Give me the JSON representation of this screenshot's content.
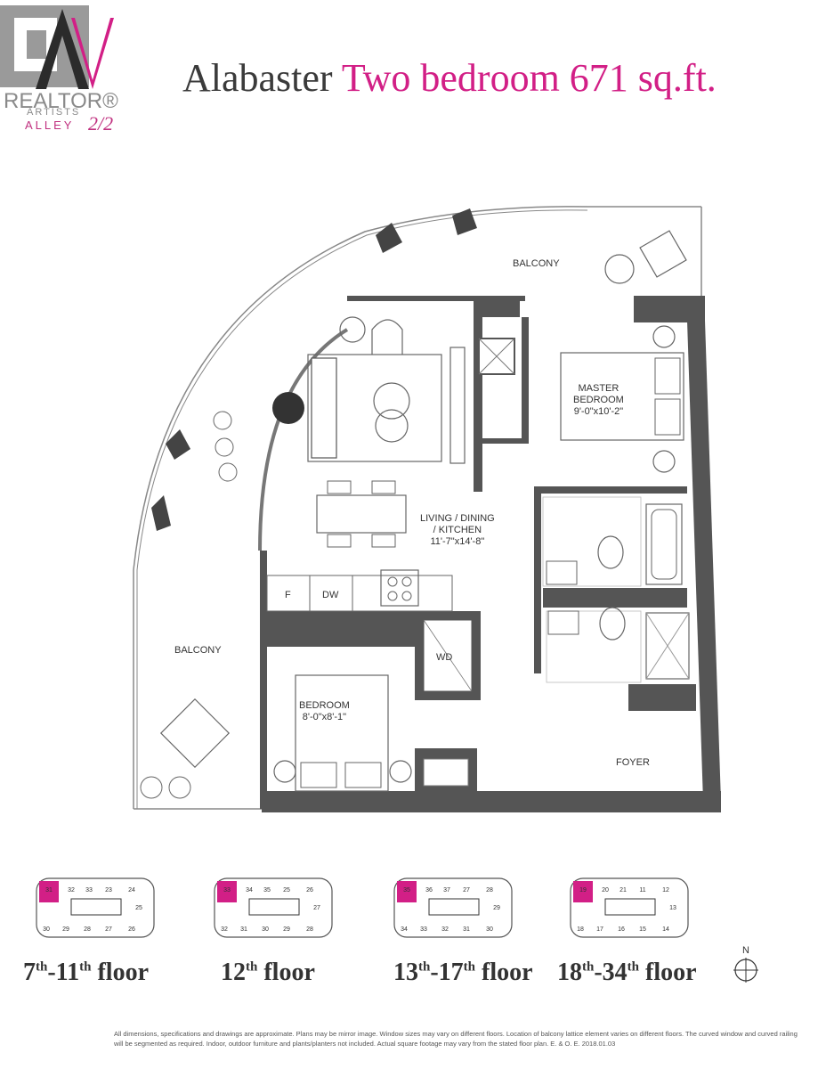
{
  "logo": {
    "realtor": "REALTOR®",
    "artists": "ARTISTS",
    "alley": "ALLEY",
    "half": "2/2"
  },
  "title": {
    "name": "Alabaster",
    "desc": "Two bedroom 671 sq.ft."
  },
  "rooms": {
    "balcony_top": "BALCONY",
    "balcony_left": "BALCONY",
    "master_name": "MASTER",
    "master_name2": "BEDROOM",
    "master_dims": "9'-0\"x10'-2\"",
    "living1": "LIVING / DINING",
    "living2": "/ KITCHEN",
    "living_dims": "11'-7\"x14'-8\"",
    "fridge": "F",
    "dishwasher": "DW",
    "washer": "WD",
    "bedroom": "BEDROOM",
    "bedroom_dims": "8'-0\"x8'-1\"",
    "foyer": "FOYER"
  },
  "keyplans": [
    {
      "label_pre": "7",
      "sup1": "th",
      "mid": "-11",
      "sup2": "th",
      "post": " floor",
      "top": [
        "31",
        "32",
        "33",
        "23",
        "24"
      ],
      "right": "25",
      "bottom": [
        "30",
        "29",
        "28",
        "27",
        "26"
      ]
    },
    {
      "label_pre": "12",
      "sup1": "th",
      "mid": "",
      "sup2": "",
      "post": " floor",
      "top": [
        "33",
        "34",
        "35",
        "25",
        "26"
      ],
      "right": "27",
      "bottom": [
        "32",
        "31",
        "30",
        "29",
        "28"
      ]
    },
    {
      "label_pre": "13",
      "sup1": "th",
      "mid": "-17",
      "sup2": "th",
      "post": " floor",
      "top": [
        "35",
        "36",
        "37",
        "27",
        "28"
      ],
      "right": "29",
      "bottom": [
        "34",
        "33",
        "32",
        "31",
        "30"
      ]
    },
    {
      "label_pre": "18",
      "sup1": "th",
      "mid": "-34",
      "sup2": "th",
      "post": " floor",
      "top": [
        "19",
        "20",
        "21",
        "11",
        "12"
      ],
      "right": "13",
      "bottom": [
        "18",
        "17",
        "16",
        "15",
        "14"
      ]
    }
  ],
  "compass": "N",
  "disclaimer": "All dimensions, specifications and drawings are approximate. Plans may be mirror image. Window sizes may vary on different floors. Location of balcony lattice element varies on different floors. The curved window and curved railing will be segmented as required. Indoor, outdoor furniture and plants/planters not included. Actual square footage may vary from the stated floor plan. E. & O. E. 2018.01.03",
  "colors": {
    "accent": "#d21f86",
    "wall": "#555555"
  }
}
